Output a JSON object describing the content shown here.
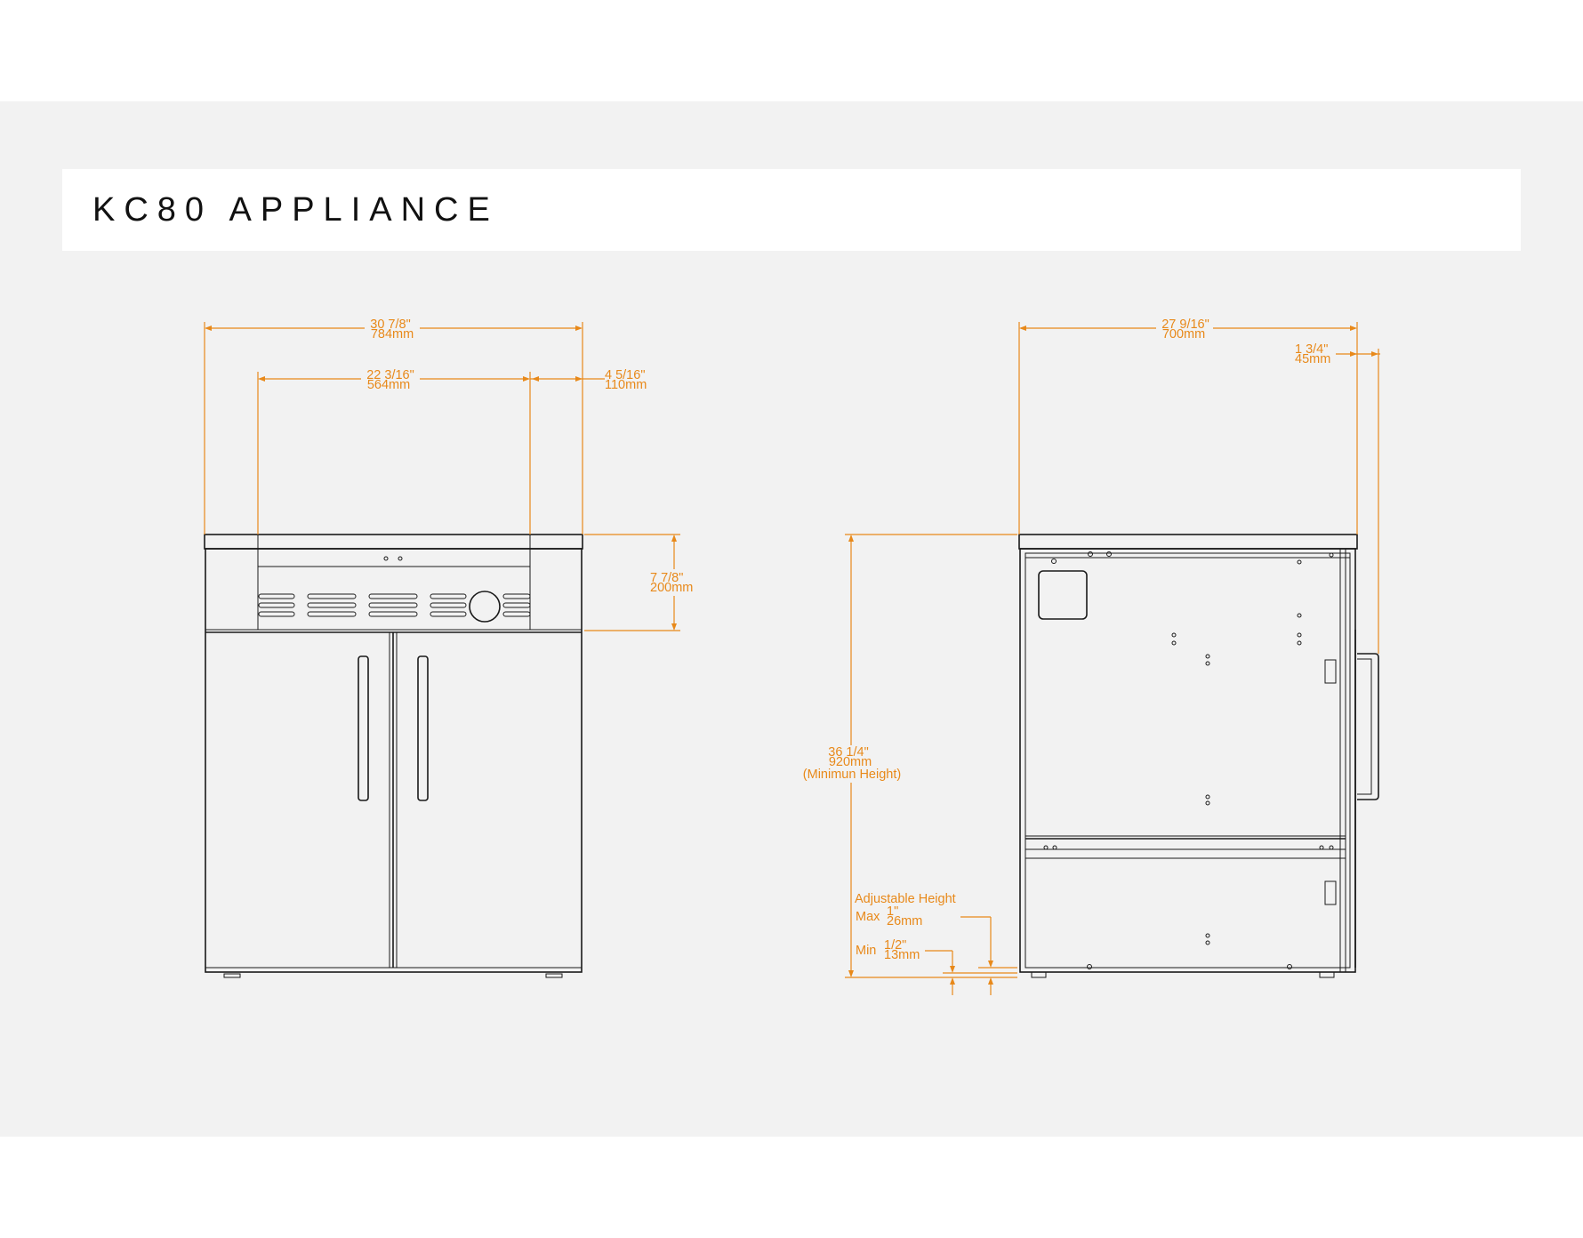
{
  "title": "KC80 APPLIANCE",
  "colors": {
    "dimension": "#e8891a",
    "outline": "#1a1a1a",
    "background": "#f2f2f2",
    "title_bar": "#ffffff"
  },
  "front_view": {
    "overall_width": {
      "imperial": "30 7/8\"",
      "metric": "784mm"
    },
    "inner_width": {
      "imperial": "22 3/16\"",
      "metric": "564mm"
    },
    "side_width": {
      "imperial": "4 5/16\"",
      "metric": "110mm"
    },
    "top_height": {
      "imperial": "7 7/8\"",
      "metric": "200mm"
    }
  },
  "side_view": {
    "depth": {
      "imperial": "27 9/16\"",
      "metric": "700mm"
    },
    "handle_depth": {
      "imperial": "1 3/4\"",
      "metric": "45mm"
    },
    "height": {
      "imperial": "36 1/4\"",
      "metric": "920mm",
      "note": "(Minimun Height)"
    },
    "adjustable": {
      "label": "Adjustable Height",
      "max_label": "Max",
      "max_imperial": "1\"",
      "max_metric": "26mm",
      "min_label": "Min",
      "min_imperial": "1/2\"",
      "min_metric": "13mm"
    }
  }
}
